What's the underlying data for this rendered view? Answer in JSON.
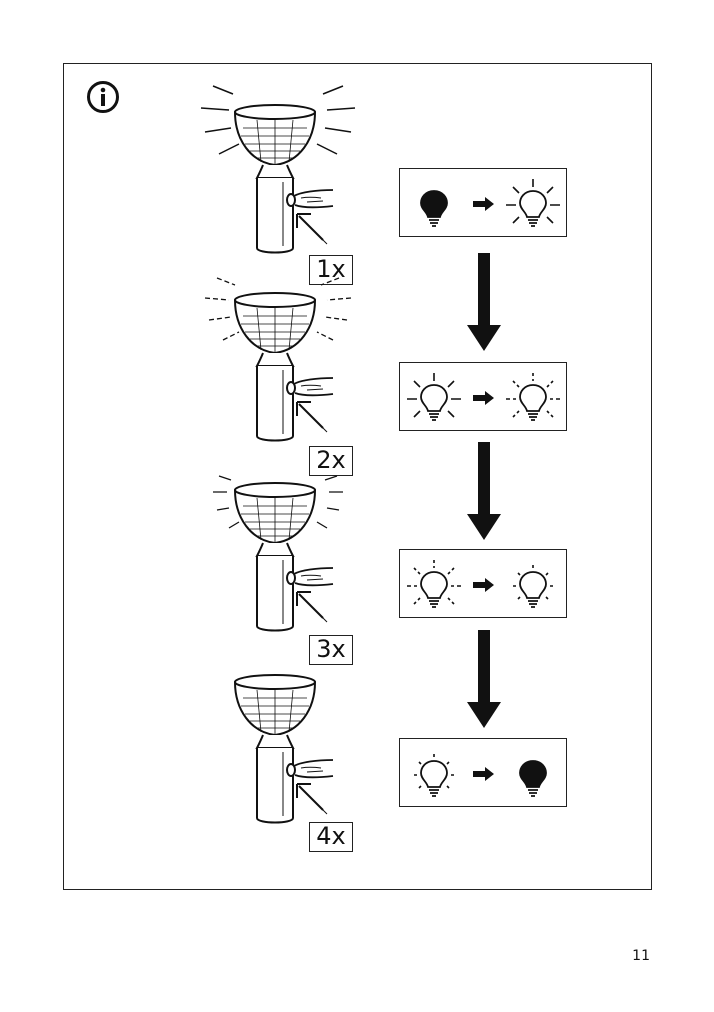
{
  "page": {
    "number": "11"
  },
  "icons": {
    "info": "info-circle-icon",
    "bulb_off": "bulb-off-icon",
    "bulb_full": "bulb-full-brightness-icon",
    "bulb_medium": "bulb-medium-brightness-icon",
    "bulb_low": "bulb-low-brightness-icon",
    "arrow": "arrow-right-icon"
  },
  "steps": [
    {
      "press_label": "1x",
      "from": "off",
      "to": "full"
    },
    {
      "press_label": "2x",
      "from": "full",
      "to": "medium"
    },
    {
      "press_label": "3x",
      "from": "medium",
      "to": "low"
    },
    {
      "press_label": "4x",
      "from": "low",
      "to": "off"
    }
  ]
}
